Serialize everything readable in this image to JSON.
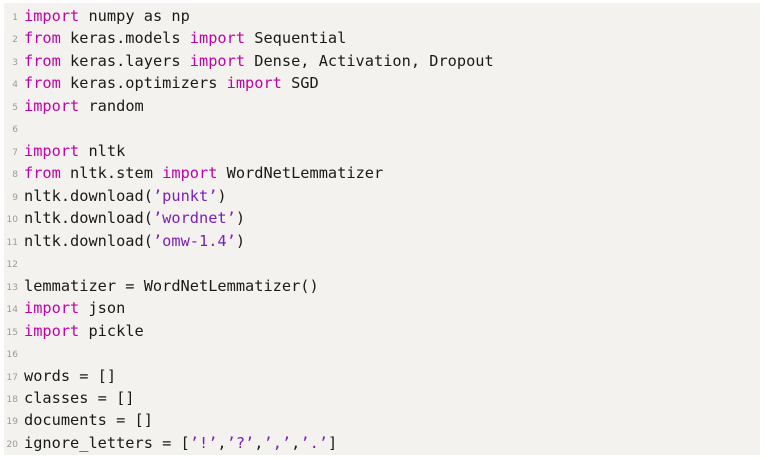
{
  "colors": {
    "background": "#f3f2ee",
    "keyword": "#c400a8",
    "string": "#7b1fb8",
    "plain": "#1a1a1a",
    "line_number": "#9a9a9a"
  },
  "code": {
    "lines": [
      {
        "num": "1",
        "tokens": [
          {
            "t": "kw",
            "v": "import"
          },
          {
            "t": "pl",
            "v": " numpy as np"
          }
        ]
      },
      {
        "num": "2",
        "tokens": [
          {
            "t": "kw",
            "v": "from"
          },
          {
            "t": "pl",
            "v": " keras.models "
          },
          {
            "t": "kw",
            "v": "import"
          },
          {
            "t": "pl",
            "v": " Sequential"
          }
        ]
      },
      {
        "num": "3",
        "tokens": [
          {
            "t": "kw",
            "v": "from"
          },
          {
            "t": "pl",
            "v": " keras.layers "
          },
          {
            "t": "kw",
            "v": "import"
          },
          {
            "t": "pl",
            "v": " Dense, Activation, Dropout"
          }
        ]
      },
      {
        "num": "4",
        "tokens": [
          {
            "t": "kw",
            "v": "from"
          },
          {
            "t": "pl",
            "v": " keras.optimizers "
          },
          {
            "t": "kw",
            "v": "import"
          },
          {
            "t": "pl",
            "v": " SGD"
          }
        ]
      },
      {
        "num": "5",
        "tokens": [
          {
            "t": "kw",
            "v": "import"
          },
          {
            "t": "pl",
            "v": " random"
          }
        ]
      },
      {
        "num": "6",
        "tokens": []
      },
      {
        "num": "7",
        "tokens": [
          {
            "t": "kw",
            "v": "import"
          },
          {
            "t": "pl",
            "v": " nltk"
          }
        ]
      },
      {
        "num": "8",
        "tokens": [
          {
            "t": "kw",
            "v": "from"
          },
          {
            "t": "pl",
            "v": " nltk.stem "
          },
          {
            "t": "kw",
            "v": "import"
          },
          {
            "t": "pl",
            "v": " WordNetLemmatizer"
          }
        ]
      },
      {
        "num": "9",
        "tokens": [
          {
            "t": "pl",
            "v": "nltk.download("
          },
          {
            "t": "str",
            "v": "’punkt’"
          },
          {
            "t": "pl",
            "v": ")"
          }
        ]
      },
      {
        "num": "10",
        "tokens": [
          {
            "t": "pl",
            "v": "nltk.download("
          },
          {
            "t": "str",
            "v": "’wordnet’"
          },
          {
            "t": "pl",
            "v": ")"
          }
        ]
      },
      {
        "num": "11",
        "tokens": [
          {
            "t": "pl",
            "v": "nltk.download("
          },
          {
            "t": "str",
            "v": "’omw-1.4’"
          },
          {
            "t": "pl",
            "v": ")"
          }
        ]
      },
      {
        "num": "12",
        "tokens": []
      },
      {
        "num": "13",
        "tokens": [
          {
            "t": "pl",
            "v": "lemmatizer = WordNetLemmatizer()"
          }
        ]
      },
      {
        "num": "14",
        "tokens": [
          {
            "t": "kw",
            "v": "import"
          },
          {
            "t": "pl",
            "v": " json"
          }
        ]
      },
      {
        "num": "15",
        "tokens": [
          {
            "t": "kw",
            "v": "import"
          },
          {
            "t": "pl",
            "v": " pickle"
          }
        ]
      },
      {
        "num": "16",
        "tokens": []
      },
      {
        "num": "17",
        "tokens": [
          {
            "t": "pl",
            "v": "words = []"
          }
        ]
      },
      {
        "num": "18",
        "tokens": [
          {
            "t": "pl",
            "v": "classes = []"
          }
        ]
      },
      {
        "num": "19",
        "tokens": [
          {
            "t": "pl",
            "v": "documents = []"
          }
        ]
      },
      {
        "num": "20",
        "tokens": [
          {
            "t": "pl",
            "v": "ignore_letters = ["
          },
          {
            "t": "str",
            "v": "’!’"
          },
          {
            "t": "pl",
            "v": ","
          },
          {
            "t": "str",
            "v": "’?’"
          },
          {
            "t": "pl",
            "v": ","
          },
          {
            "t": "str",
            "v": "’,’"
          },
          {
            "t": "pl",
            "v": ","
          },
          {
            "t": "str",
            "v": "’.’"
          },
          {
            "t": "pl",
            "v": "]"
          }
        ]
      }
    ]
  }
}
